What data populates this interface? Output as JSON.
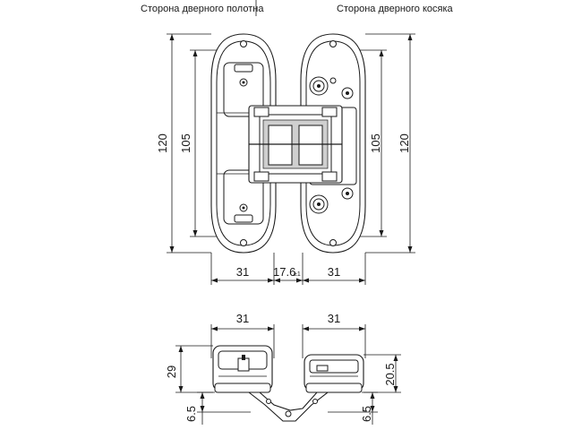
{
  "headers": {
    "door_leaf_side": "Сторона дверного полотна",
    "door_frame_side": "Сторона дверного косяка"
  },
  "dimensions": {
    "front_view": {
      "overall_height_left": "120",
      "mount_height_left": "105",
      "mount_height_right": "105",
      "overall_height_right": "120",
      "plate_width_left": "31",
      "gap_width": "17.6",
      "gap_tolerance": "±1",
      "plate_width_right": "31"
    },
    "side_view": {
      "width_left": "31",
      "width_right": "31",
      "depth_left": "29",
      "depth_right": "20.5",
      "offset_left": "6.5",
      "offset_right": "6.5"
    }
  }
}
